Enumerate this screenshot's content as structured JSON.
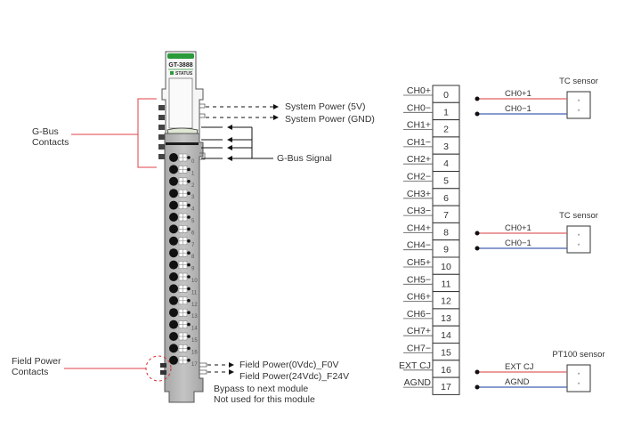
{
  "module": {
    "model": "GT-3888",
    "status_label": "STATUS",
    "terminal_numbers": [
      "0",
      "1",
      "2",
      "3",
      "4",
      "5",
      "6",
      "7",
      "8",
      "9",
      "10",
      "11",
      "12",
      "13",
      "14",
      "15",
      "16",
      "17"
    ]
  },
  "callouts": {
    "gbus_contacts": [
      "G-Bus",
      "Contacts"
    ],
    "field_power_contacts": [
      "Field Power",
      "Contacts"
    ],
    "system_power_5v": "System Power (5V)",
    "system_power_gnd": "System Power (GND)",
    "gbus_signal": "G-Bus Signal",
    "field_power_0v": "Field Power(0Vdc)_F0V",
    "field_power_24v": "Field Power(24Vdc)_F24V",
    "bypass_note_1": "Bypass to next module",
    "bypass_note_2": "Not used for this module"
  },
  "terminal_block": {
    "rows": [
      {
        "signal": "CH0+",
        "pin": "0"
      },
      {
        "signal": "CH0−",
        "pin": "1"
      },
      {
        "signal": "CH1+",
        "pin": "2"
      },
      {
        "signal": "CH1−",
        "pin": "3"
      },
      {
        "signal": "CH2+",
        "pin": "4"
      },
      {
        "signal": "CH2−",
        "pin": "5"
      },
      {
        "signal": "CH3+",
        "pin": "6"
      },
      {
        "signal": "CH3−",
        "pin": "7"
      },
      {
        "signal": "CH4+",
        "pin": "8"
      },
      {
        "signal": "CH4−",
        "pin": "9"
      },
      {
        "signal": "CH5+",
        "pin": "10"
      },
      {
        "signal": "CH5−",
        "pin": "11"
      },
      {
        "signal": "CH6+",
        "pin": "12"
      },
      {
        "signal": "CH6−",
        "pin": "13"
      },
      {
        "signal": "CH7+",
        "pin": "14"
      },
      {
        "signal": "CH7−",
        "pin": "15"
      },
      {
        "signal": "EXT CJ",
        "pin": "16"
      },
      {
        "signal": "AGND",
        "pin": "17"
      }
    ]
  },
  "sensors": [
    {
      "title": "TC sensor",
      "wire_pos": "CH0+1",
      "wire_neg": "CH0−1",
      "pins": [
        "*",
        "*"
      ]
    },
    {
      "title": "TC sensor",
      "wire_pos": "CH0+1",
      "wire_neg": "CH0−1",
      "pins": [
        "*",
        "*"
      ]
    },
    {
      "title": "PT100 sensor",
      "wire_pos": "EXT CJ",
      "wire_neg": "AGND",
      "pins": [
        "*",
        "*"
      ]
    }
  ],
  "colors": {
    "callout_red": "#e0404a",
    "wire_red": "#e06060",
    "wire_blue": "#4060b0",
    "module_gray": "#b4b4b4",
    "status_green": "#2a9a3a"
  }
}
